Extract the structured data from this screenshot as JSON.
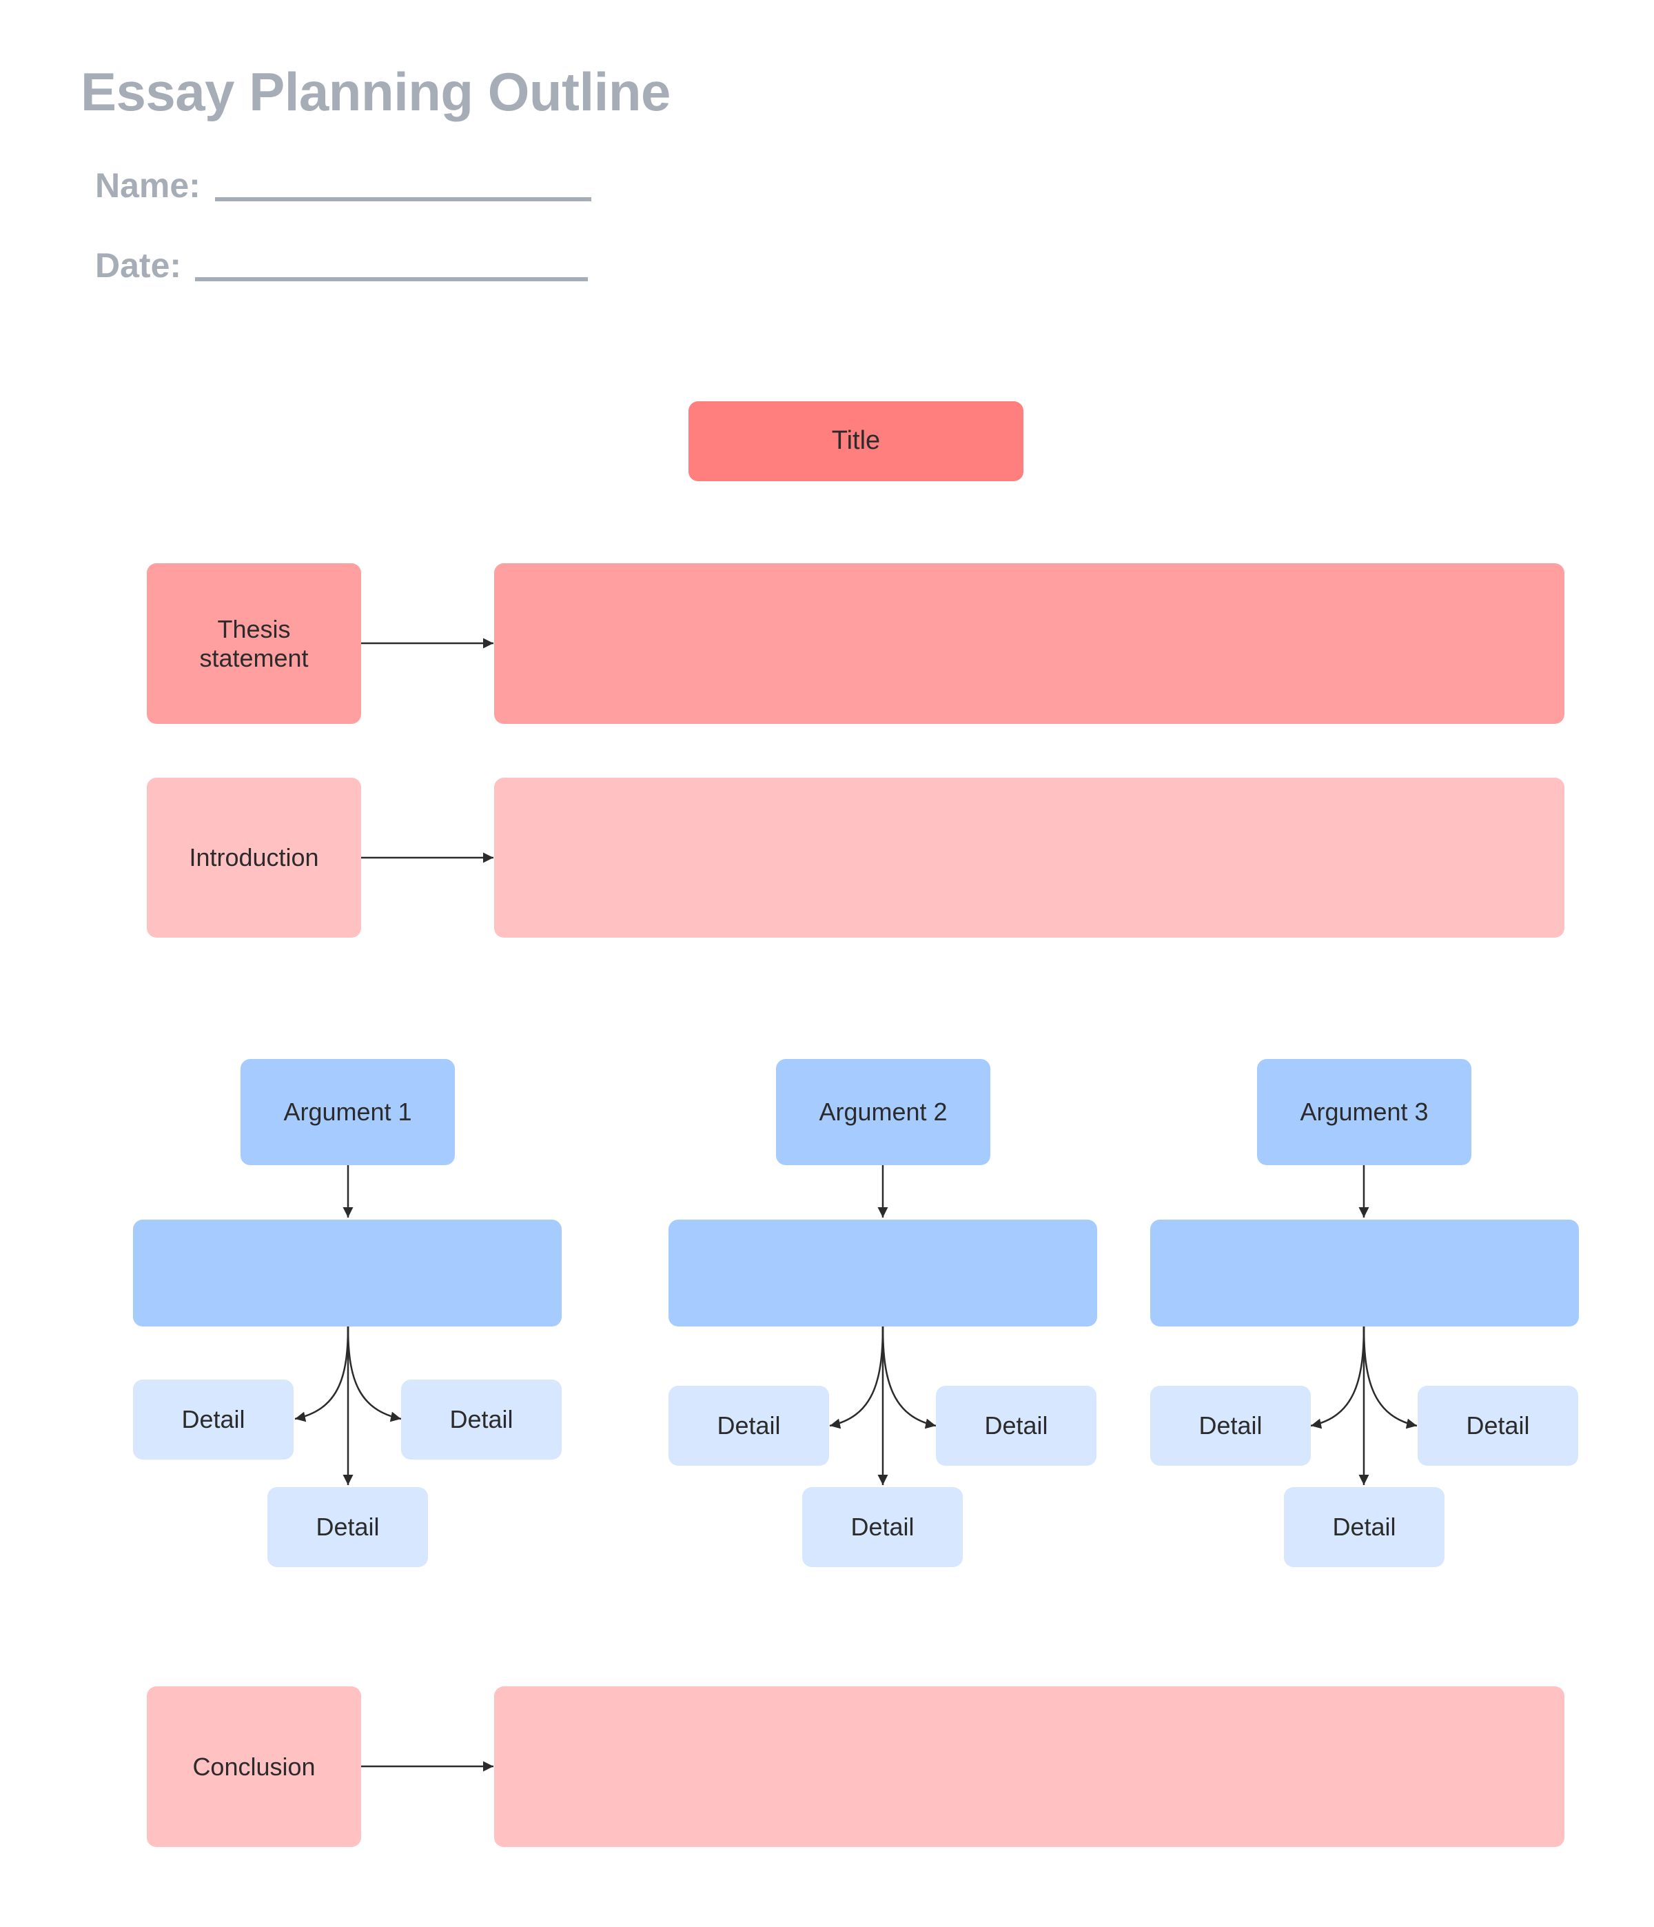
{
  "header": {
    "title": "Essay Planning Outline",
    "name_label": "Name:",
    "date_label": "Date:"
  },
  "diagram": {
    "title_box": "Title",
    "thesis_label": "Thesis\nstatement",
    "introduction_label": "Introduction",
    "conclusion_label": "Conclusion",
    "arguments": [
      {
        "label": "Argument 1",
        "details": [
          "Detail",
          "Detail",
          "Detail"
        ]
      },
      {
        "label": "Argument 2",
        "details": [
          "Detail",
          "Detail",
          "Detail"
        ]
      },
      {
        "label": "Argument 3",
        "details": [
          "Detail",
          "Detail",
          "Detail"
        ]
      }
    ]
  },
  "colors": {
    "title": "#ff7e7e",
    "thesis": "#ff9f9f",
    "intro_conclusion": "#ffc1c1",
    "argument": "#a6cbff",
    "detail": "#d6e7ff",
    "header_text": "#a7adb7"
  }
}
